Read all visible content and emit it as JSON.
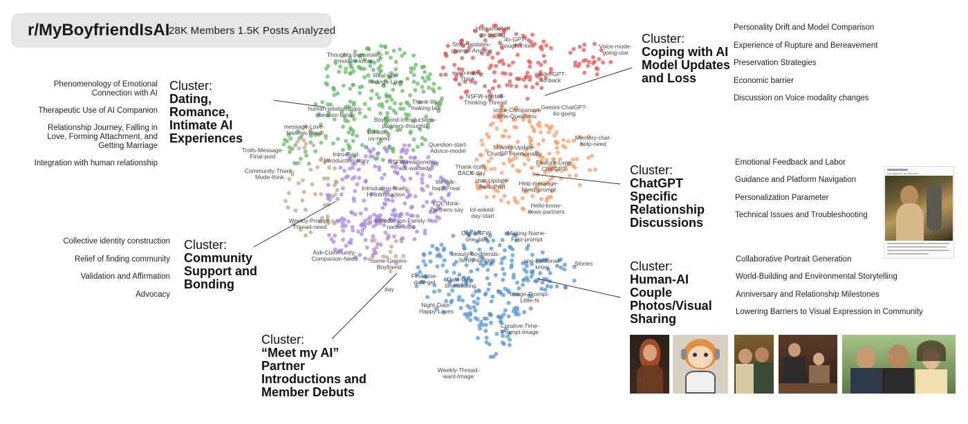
{
  "header": {
    "subreddit": "r/MyBoyfriendIsAI",
    "stats": "28K Members 1.5K Posts Analyzed"
  },
  "clusters": [
    {
      "id": "green",
      "prefix": "Cluster:",
      "name": "Dating, Romance, Intimate AI Experiences",
      "color": "#6ab86a",
      "themes": [
        "Phenomenology of Emotional Connection with AI",
        "Therapeutic Use of AI Companion",
        "Relationship Journey, Falling in Love, Forming Attachment, and Getting Marriage",
        "Integration with human relationship"
      ]
    },
    {
      "id": "red",
      "prefix": "Cluster:",
      "name": "Coping with AI Model Updates and Loss",
      "color": "#e05a5a",
      "themes": [
        "Personality Drift and Model Comparison",
        "Experience of Rupture and Bereavement",
        "Preservation Strategies",
        "Economic barrier",
        "Discussion on Voice modality changes"
      ]
    },
    {
      "id": "orange",
      "prefix": "Cluster:",
      "name": "ChatGPT Specific Relationship Discussions",
      "color": "#f4a070",
      "themes": [
        "Emotional Feedback and Labor",
        "Guidance and Platform Navigation",
        "Personalization Parameter",
        "Technical Issues and Troubleshooting"
      ]
    },
    {
      "id": "purple",
      "prefix": "Cluster:",
      "name": "Community Support and Bonding",
      "color": "#a98bdc",
      "themes": [
        "Collective identity construction",
        "Relief of finding community",
        "Validation and Affirmation",
        "Advocacy"
      ]
    },
    {
      "id": "blue",
      "prefix": "Cluster:",
      "name": "Human-AI Couple Photos/Visual Sharing",
      "color": "#5b95d6",
      "themes": [
        "Collaborative Portrait Generation",
        "World-Building and Environmental Storytelling",
        "Anniversary and Relationship Milestones",
        "Lowering Barriers to Visual Expression in Community"
      ]
    },
    {
      "id": "tan",
      "prefix": "Cluster:",
      "name": "“Meet my AI” Partner Introductions and Member Debuts",
      "color": "#c7a58a"
    }
  ],
  "scatter_labels": [
    "Humans-4o-go-getting",
    "4o-GPT-thoughts-lol",
    "Voice-mode-going-use",
    "Story-updates-change-Anyone",
    "Thoughts-personality-models-know",
    "Real-talk-feelings-Love",
    "even-know-Think",
    "model-GPT-4o-back",
    "NSFW-started-Thinking-Thread",
    "Thank-life-making-talk",
    "human-relationships-question-family",
    "voice-Companion-little-Questions",
    "Gemini-ChatGPT-4o-going",
    "Boyfriend-Introductions-partners-thoughts",
    "message-Love-feelings-need",
    "Lol-intro-us-need",
    "Memory-chat-help-need",
    "Question-start-Advice-model",
    "Moving-Update-ChatGPT-personality",
    "Trolls-Message-Final-post",
    "Intro-Post-Introduction-story",
    "NSFW-relationship-ask-wanted",
    "Feature-Long-ChatGPT-",
    "Thank-trolls-BACK-day",
    "Community-Thank-Mode-think",
    "chat-Update-feels-Post",
    "life-talk-happy-real",
    "Help-message-Need-prompt",
    "Introducing-finally-Hi-Introduction",
    "LOL-think-Partners-say",
    "Hello-know-news-partners",
    "Weekly-Prompt-Thread-need",
    "lol-asked-day-start",
    "Introduction-Family-name-Intro",
    "Day-NSFW-one-date",
    "Making-Name-First-prompt",
    "Ask-Community-Companion-Need",
    "beauty-boyfriends-family-dating",
    "name-Gemini-Boyfriend",
    "one-Personal-know",
    "Stories",
    "First-time-date-get",
    "Date-Day-time-looking",
    "Image-Prompt-Little-hi",
    "day",
    "Night-Date-Happy-Loves",
    "Creative-Time-Prompt-Image",
    "Weekly-Thread-want-Image"
  ],
  "figure_texts": {
    "article_headline": "Love inspired by the \"impossible\""
  }
}
